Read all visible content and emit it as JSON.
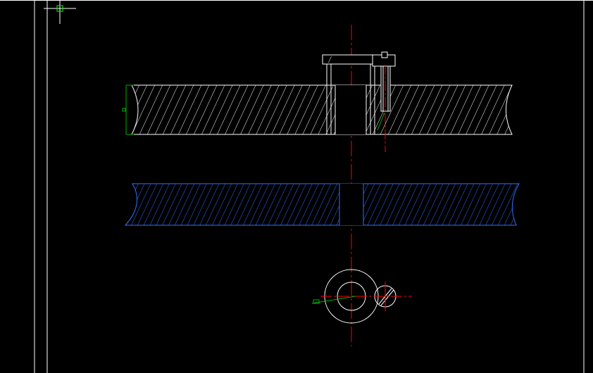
{
  "viewport": {
    "background": "#000000",
    "frame_color": "#ffffff"
  },
  "colors": {
    "object_white": "#ffffff",
    "hatch_blue": "#2f6fff",
    "centerline_red": "#ff0000",
    "dimension_green": "#00b000",
    "cursor_green": "#00ff00",
    "crosshair_white": "#ffffff"
  },
  "cursor": {
    "icon": "crosshair-pickbox-icon"
  },
  "drawing": {
    "views": [
      {
        "id": "section-view-top",
        "kind": "section-hatched-white"
      },
      {
        "id": "section-view-middle",
        "kind": "section-hatched-blue"
      },
      {
        "id": "plan-view-bottom",
        "kind": "circles-with-centerlines"
      }
    ],
    "dimension_text_left": "",
    "dimension_text_bottom": ""
  }
}
